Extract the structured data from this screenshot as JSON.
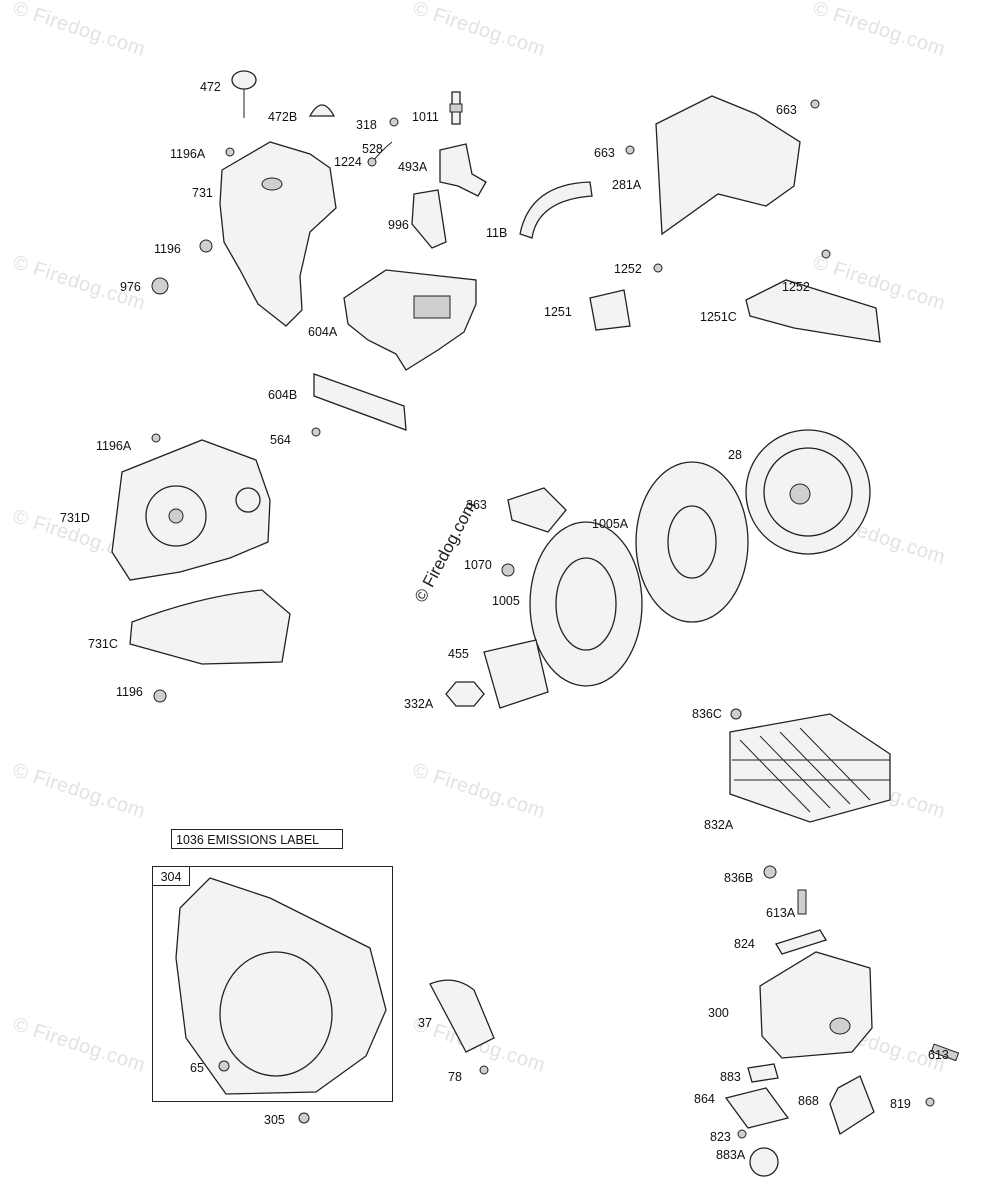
{
  "watermark": "© Firedog.com",
  "inset": {
    "tag": "304",
    "emissions_label": "1036 EMISSIONS LABEL"
  },
  "callouts": [
    {
      "id": "472",
      "text": "472"
    },
    {
      "id": "472b",
      "text": "472B"
    },
    {
      "id": "318",
      "text": "318"
    },
    {
      "id": "1011",
      "text": "1011"
    },
    {
      "id": "663-top",
      "text": "663"
    },
    {
      "id": "1196a-top",
      "text": "1196A"
    },
    {
      "id": "528",
      "text": "528"
    },
    {
      "id": "1224",
      "text": "1224"
    },
    {
      "id": "493a",
      "text": "493A"
    },
    {
      "id": "663-mid",
      "text": "663"
    },
    {
      "id": "281a",
      "text": "281A"
    },
    {
      "id": "731",
      "text": "731"
    },
    {
      "id": "996",
      "text": "996"
    },
    {
      "id": "11b",
      "text": "11B"
    },
    {
      "id": "1196-top",
      "text": "1196"
    },
    {
      "id": "976",
      "text": "976"
    },
    {
      "id": "1252-left",
      "text": "1252"
    },
    {
      "id": "1252-right",
      "text": "1252"
    },
    {
      "id": "1251",
      "text": "1251"
    },
    {
      "id": "1251c",
      "text": "1251C"
    },
    {
      "id": "604a",
      "text": "604A"
    },
    {
      "id": "604b",
      "text": "604B"
    },
    {
      "id": "1196a-mid",
      "text": "1196A"
    },
    {
      "id": "564",
      "text": "564"
    },
    {
      "id": "28",
      "text": "28"
    },
    {
      "id": "363",
      "text": "363"
    },
    {
      "id": "1005a",
      "text": "1005A"
    },
    {
      "id": "731d",
      "text": "731D"
    },
    {
      "id": "1070",
      "text": "1070"
    },
    {
      "id": "1005",
      "text": "1005"
    },
    {
      "id": "731c",
      "text": "731C"
    },
    {
      "id": "455",
      "text": "455"
    },
    {
      "id": "332a",
      "text": "332A"
    },
    {
      "id": "1196-bottom",
      "text": "1196"
    },
    {
      "id": "836c",
      "text": "836C"
    },
    {
      "id": "832a",
      "text": "832A"
    },
    {
      "id": "836b",
      "text": "836B"
    },
    {
      "id": "613a",
      "text": "613A"
    },
    {
      "id": "824",
      "text": "824"
    },
    {
      "id": "37",
      "text": "37"
    },
    {
      "id": "300",
      "text": "300"
    },
    {
      "id": "613",
      "text": "613"
    },
    {
      "id": "65",
      "text": "65"
    },
    {
      "id": "78",
      "text": "78"
    },
    {
      "id": "883",
      "text": "883"
    },
    {
      "id": "864",
      "text": "864"
    },
    {
      "id": "868",
      "text": "868"
    },
    {
      "id": "819",
      "text": "819"
    },
    {
      "id": "305",
      "text": "305"
    },
    {
      "id": "823",
      "text": "823"
    },
    {
      "id": "883a",
      "text": "883A"
    }
  ]
}
